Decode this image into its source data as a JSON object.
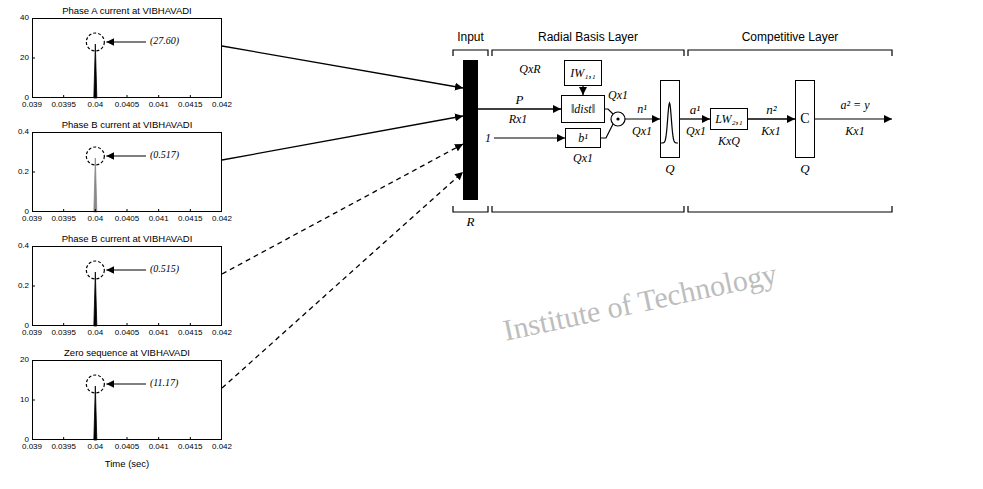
{
  "diagram": {
    "nodes": [
      {
        "text": [
          "Phase A current at VIBHAVADI",
          "(27.60)"
        ]
      },
      {
        "text": [
          "Phase B current at VIBHAVADI",
          "(0.517)"
        ]
      },
      {
        "text": [
          "Phase B current at VIBHAVADI",
          "(0.515)"
        ]
      },
      {
        "text": [
          "Zero sequence at VIBHAVADI",
          "(11.17)"
        ]
      },
      {
        "text": [
          "Input"
        ]
      },
      {
        "text": [
          "R"
        ],
        "in": 4
      },
      {
        "text": [
          "Radial Basis Layer"
        ]
      },
      {
        "text": [
          "IW₁,₁"
        ],
        "in": 6
      },
      {
        "text": [
          "‖dist‖"
        ],
        "in": 6
      },
      {
        "text": [
          "b¹"
        ],
        "in": 6
      },
      {
        "text": [
          "Q"
        ],
        "in": 6
      },
      {
        "text": [
          "Competitive Layer"
        ]
      },
      {
        "text": [
          "LW₂,₁"
        ],
        "in": 11
      },
      {
        "text": [
          "C",
          "Q"
        ],
        "in": 11
      }
    ],
    "edges": [
      {
        "from": 0,
        "to": 5,
        "arrow": "to"
      },
      {
        "from": 1,
        "to": 5,
        "arrow": "to"
      },
      {
        "from": 2,
        "to": 5,
        "arrow": "to"
      },
      {
        "from": 3,
        "to": 5,
        "arrow": "to"
      },
      {
        "from": 5,
        "to": 8,
        "label": "P",
        "arrow": "to"
      },
      {
        "from": 7,
        "to": 8,
        "arrow": "to"
      },
      {
        "from": 10,
        "to": 12,
        "label": "a¹",
        "arrow": "to"
      },
      {
        "from": 12,
        "to": 13,
        "label": "n²",
        "arrow": "to"
      }
    ],
    "labels": [
      "0",
      "20",
      "40",
      "0.039",
      "0.0395",
      "0.04",
      "0.0405",
      "0.041",
      "0.0415",
      "0.042",
      "0",
      "0.2",
      "0.4",
      "0.039",
      "0.0395",
      "0.04",
      "0.0405",
      "0.041",
      "0.0415",
      "0.042",
      "0",
      "0.2",
      "0.4",
      "0.039",
      "0.0395",
      "0.04",
      "0.0405",
      "0.041",
      "0.0415",
      "0.042",
      "0",
      "10",
      "20",
      "0.039",
      "0.0395",
      "0.04",
      "0.0405",
      "0.041",
      "0.0415",
      "0.042",
      "Time (sec)",
      "QxR",
      "Rx1",
      "1",
      "Qx1",
      "n¹",
      "Qx1",
      "Qx1",
      "Qx1",
      "KxQ",
      "Kx1",
      "a² = y",
      "Kx1",
      "Institute of Technology"
    ]
  }
}
